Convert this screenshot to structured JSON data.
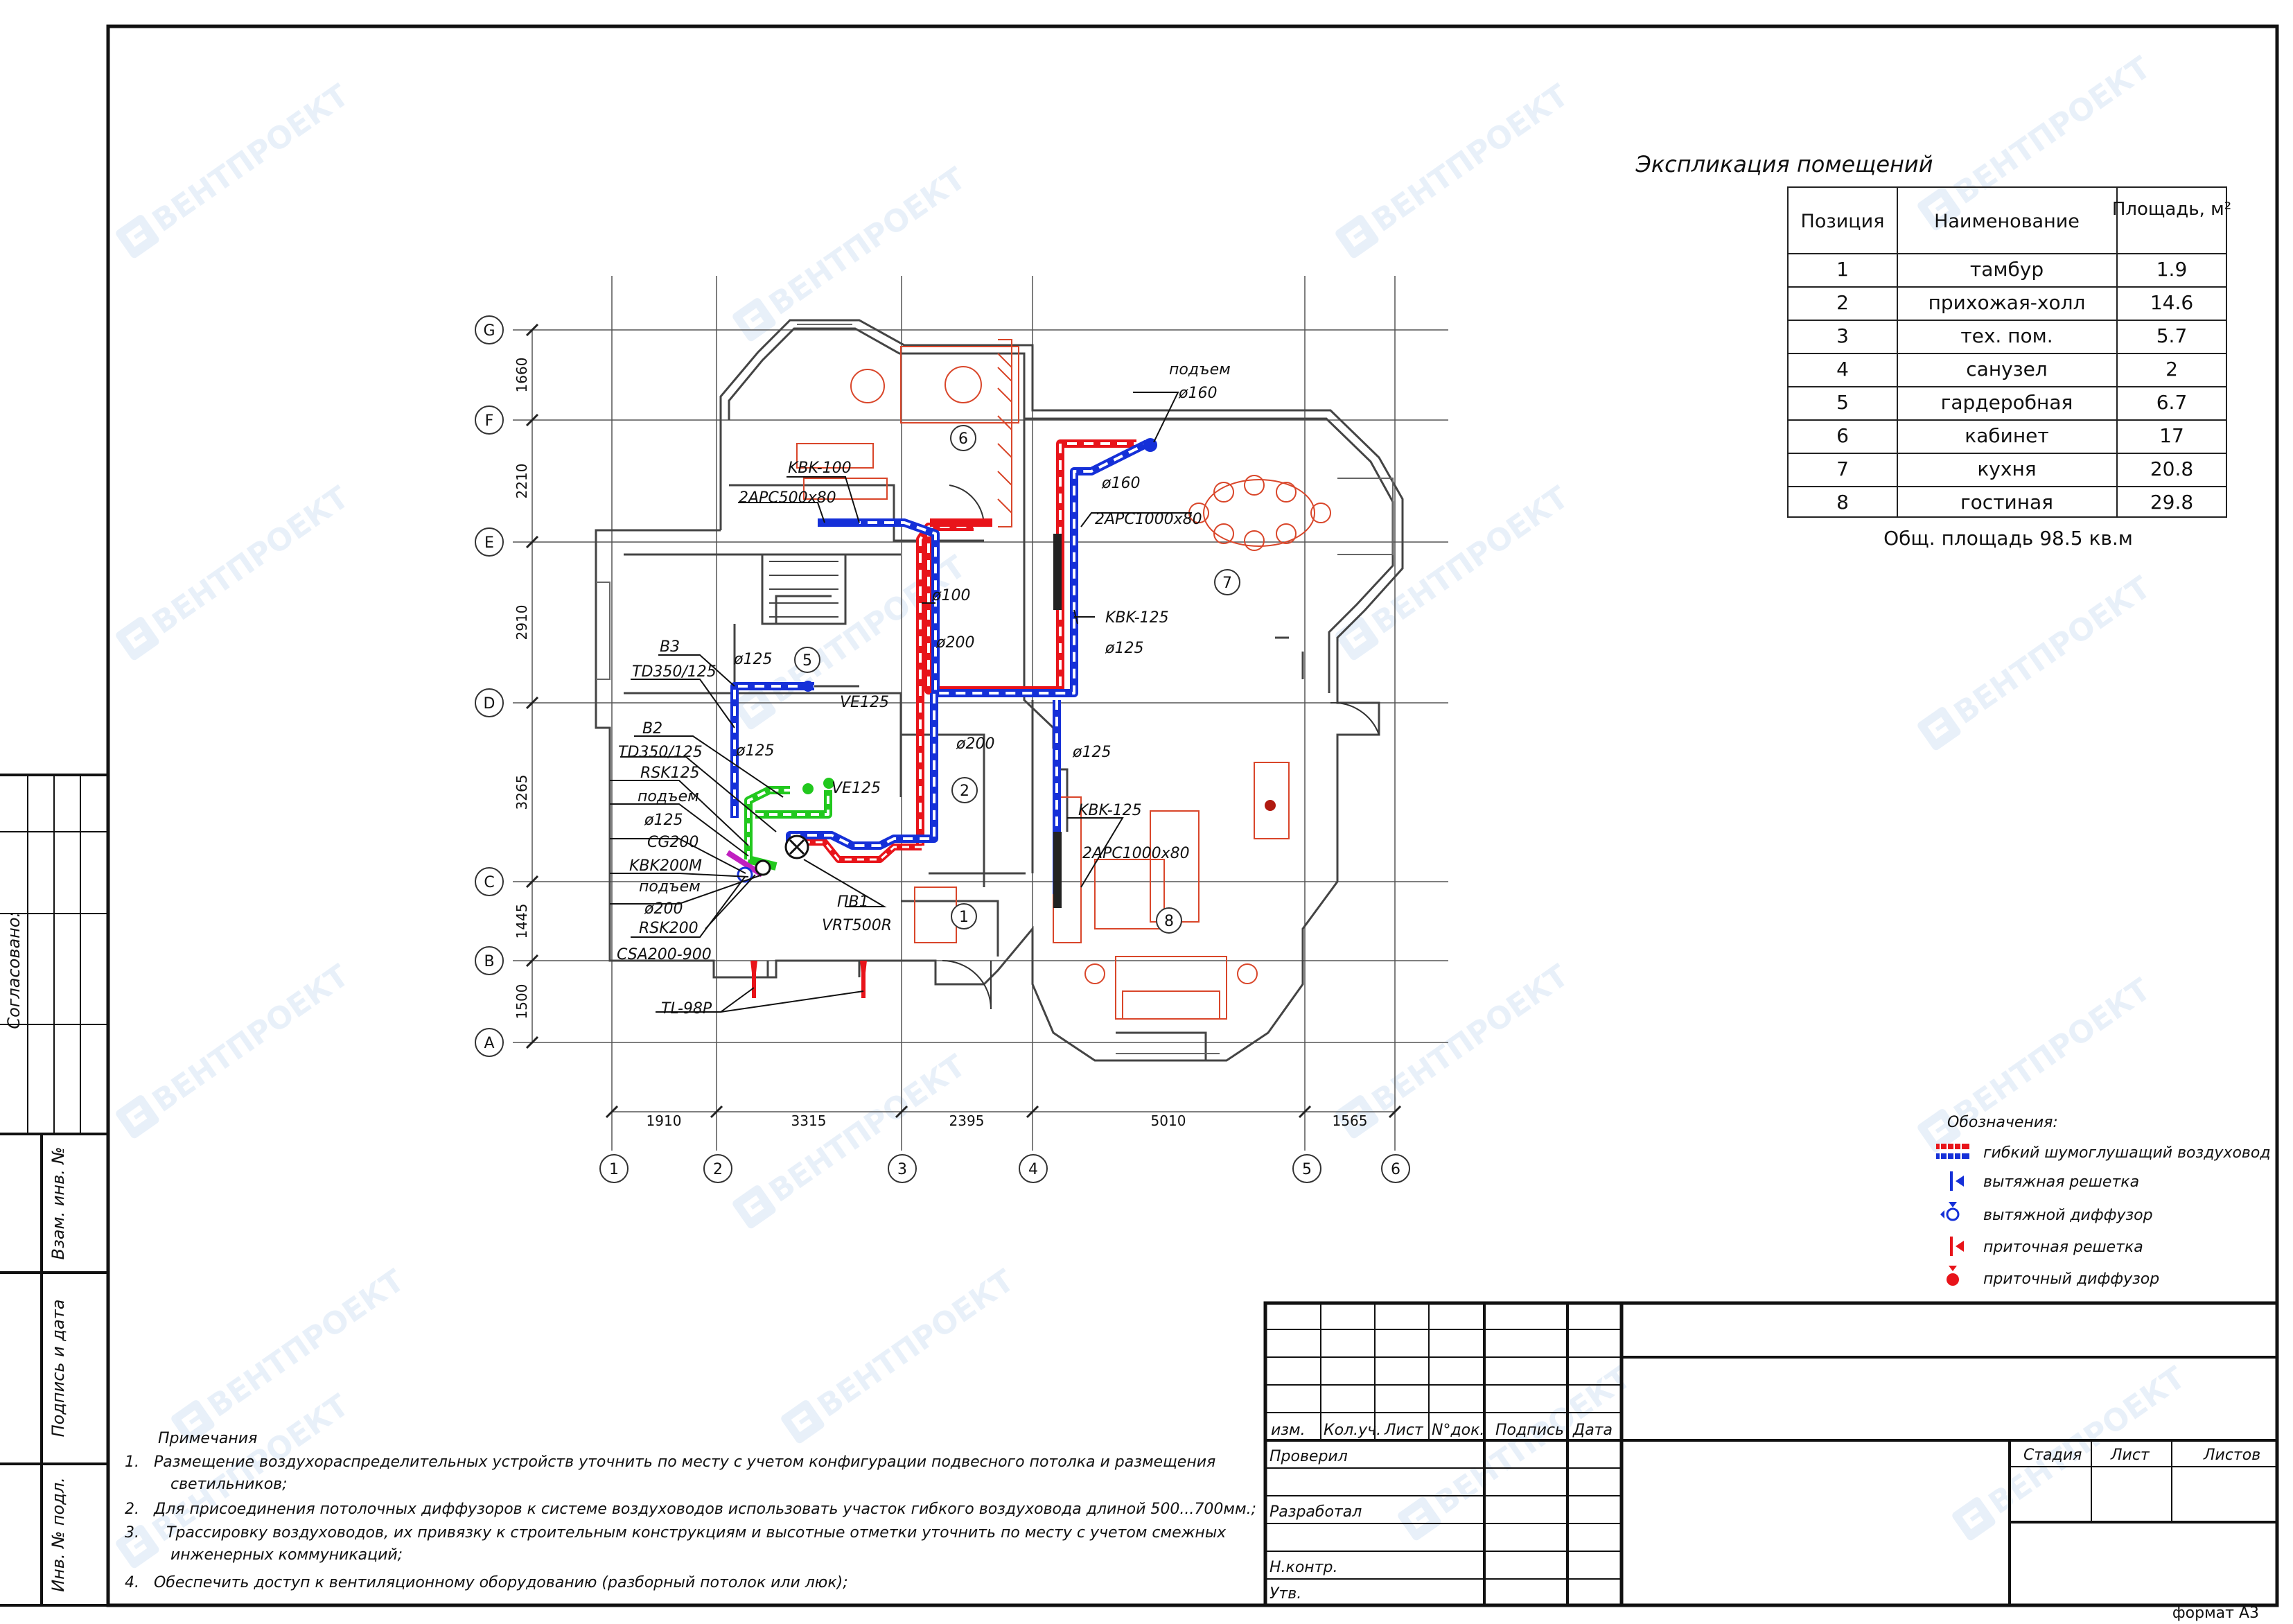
{
  "watermark": "ВЕНТПРОЕКТ",
  "colors": {
    "supply": "#e8141a",
    "exhaust": "#1530d8",
    "recirc": "#22c81e",
    "furniture": "#d9462a",
    "line": "#222222"
  },
  "left_stamp": {
    "soglasovano": "Согласовано:",
    "vzam": "Взам. инв. №",
    "podpis_data": "Подпись и дата",
    "inv_podl": "Инв. № подл."
  },
  "axes": {
    "rows": [
      "G",
      "F",
      "E",
      "D",
      "C",
      "B",
      "A"
    ],
    "row_dims": [
      "1660",
      "2210",
      "2910",
      "3265",
      "1445",
      "1500"
    ],
    "cols": [
      "1",
      "2",
      "3",
      "4",
      "5",
      "6"
    ],
    "col_dims": [
      "1910",
      "3315",
      "2395",
      "5010",
      "1565"
    ]
  },
  "rooms": [
    "1",
    "2",
    "5",
    "6",
    "7",
    "8"
  ],
  "labels": {
    "kvk100": "KBK-100",
    "grille_2apc500": "2APC500x80",
    "podem1": "подъем",
    "d160a": "ø160",
    "d160b": "ø160",
    "grille_2apc1000_top": "2APC1000x80",
    "d100": "ø100",
    "kvk125_top": "KBK-125",
    "d125_top": "ø125",
    "d200a": "ø200",
    "b3": "B3",
    "td350_1": "TD350/125",
    "d125_b3": "ø125",
    "ve125_a": "VE125",
    "b2": "B2",
    "td350_2": "TD350/125",
    "rsk125": "RSK125",
    "podem2": "подъем",
    "d125_b2": "ø125",
    "cg200": "CG200",
    "kvk200m": "KBK200M",
    "podem3": "подъем",
    "d200b": "ø200",
    "rsk200": "RSK200",
    "csa": "CSA200-900",
    "d125_b2b": "ø125",
    "ve125_b": "VE125",
    "d200c": "ø200",
    "d125_mid": "ø125",
    "kvk125_low": "KBK-125",
    "grille_2apc1000_low": "2APC1000x80",
    "pv1": "ПВ1",
    "vrt": "VRT500R",
    "tl": "TL-98P"
  },
  "explication": {
    "title": "Экспликация помещений",
    "headers": [
      "Позиция",
      "Наименование",
      "Площадь, м²"
    ],
    "rows": [
      [
        "1",
        "тамбур",
        "1.9"
      ],
      [
        "2",
        "прихожая-холл",
        "14.6"
      ],
      [
        "3",
        "тех. пом.",
        "5.7"
      ],
      [
        "4",
        "санузел",
        "2"
      ],
      [
        "5",
        "гардеробная",
        "6.7"
      ],
      [
        "6",
        "кабинет",
        "17"
      ],
      [
        "7",
        "кухня",
        "20.8"
      ],
      [
        "8",
        "гостиная",
        "29.8"
      ]
    ],
    "total": "Общ. площадь 98.5 кв.м"
  },
  "legend": {
    "title": "Обозначения:",
    "items": [
      {
        "icon": "flex-duct",
        "label": "гибкий шумоглушащий воздуховод"
      },
      {
        "icon": "exhaust-grille",
        "label": "вытяжная решетка"
      },
      {
        "icon": "exhaust-diffuser",
        "label": "вытяжной диффузор"
      },
      {
        "icon": "supply-grille",
        "label": "приточная решетка"
      },
      {
        "icon": "supply-diffuser",
        "label": "приточный диффузор"
      }
    ]
  },
  "notes": {
    "title": "Примечания",
    "items": [
      {
        "num": "1.",
        "lines": [
          "Размещение воздухораспределительных устройств уточнить по месту с учетом конфигурации подвесного потолка и размещения",
          "светильников;"
        ]
      },
      {
        "num": "2.",
        "lines": [
          "Для присоединения потолочных диффузоров к системе воздуховодов использовать участок гибкого воздуховода длиной 500...700мм.;"
        ]
      },
      {
        "num": "3.",
        "lines": [
          "Трассировку воздуховодов, их привязку к строительным конструкциям и высотные отметки уточнить по месту с учетом смежных",
          "инженерных коммуникаций;"
        ]
      },
      {
        "num": "4.",
        "lines": [
          "Обеспечить доступ к вентиляционному оборудованию (разборный потолок или люк);"
        ]
      }
    ]
  },
  "title_block": {
    "headers": [
      "изм.",
      "Кол.уч.",
      "Лист",
      "N°док.",
      "Подпись",
      "Дата"
    ],
    "roles": [
      "Проверил",
      "Разработал",
      "Н.контр.",
      "Утв."
    ],
    "stage": [
      "Стадия",
      "Лист",
      "Листов"
    ]
  },
  "format": "формат А3"
}
